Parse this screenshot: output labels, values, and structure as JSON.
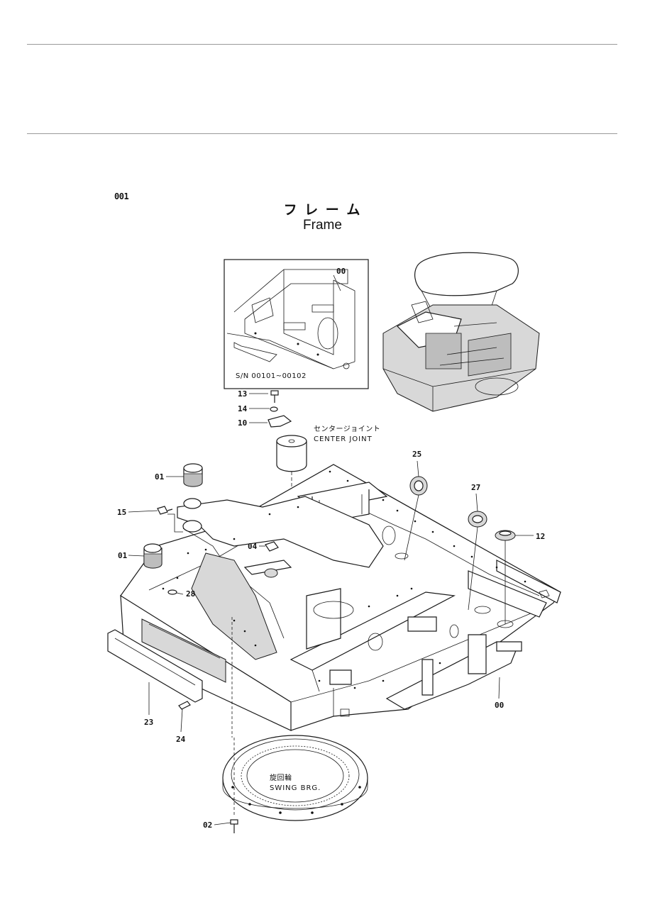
{
  "header": {
    "page_number": "001",
    "title_jp": "フ レ ー ム",
    "title_en": "Frame"
  },
  "inset": {
    "callout": "00",
    "serial_note": "S/N 00101~00102"
  },
  "labels": {
    "center_joint_jp": "センタージョイント",
    "center_joint_en": "CENTER JOINT",
    "swing_brg_jp": "旋回輪",
    "swing_brg_en": "SWING BRG."
  },
  "callouts": [
    {
      "id": "callout-13",
      "text": "13"
    },
    {
      "id": "callout-14",
      "text": "14"
    },
    {
      "id": "callout-10",
      "text": "10"
    },
    {
      "id": "callout-01-top",
      "text": "01"
    },
    {
      "id": "callout-15",
      "text": "15"
    },
    {
      "id": "callout-01-bottom",
      "text": "01"
    },
    {
      "id": "callout-04",
      "text": "04"
    },
    {
      "id": "callout-28",
      "text": "28"
    },
    {
      "id": "callout-25",
      "text": "25"
    },
    {
      "id": "callout-27",
      "text": "27"
    },
    {
      "id": "callout-12",
      "text": "12"
    },
    {
      "id": "callout-00-main",
      "text": "00"
    },
    {
      "id": "callout-23",
      "text": "23"
    },
    {
      "id": "callout-24",
      "text": "24"
    },
    {
      "id": "callout-02",
      "text": "02"
    }
  ]
}
